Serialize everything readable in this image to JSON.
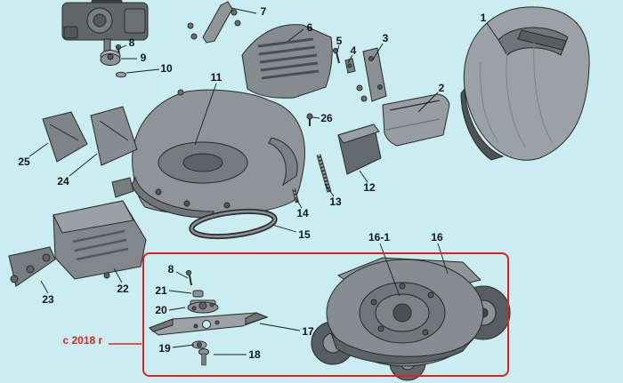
{
  "diagram": {
    "type": "exploded-parts-diagram",
    "subject": "Lawn mower assembly parts diagram",
    "background_color": "#c9edf0",
    "revision_note": {
      "label": "с 2018 г",
      "color": "#e02020"
    },
    "callouts": {
      "n1": "1",
      "n2": "2",
      "n3": "3",
      "n4": "4",
      "n5": "5",
      "n6": "6",
      "n7": "7",
      "n8_top": "8",
      "n8_box": "8",
      "n9": "9",
      "n10": "10",
      "n11": "11",
      "n12": "12",
      "n13": "13",
      "n14": "14",
      "n15": "15",
      "n16": "16",
      "n16_1": "16-1",
      "n17": "17",
      "n18": "18",
      "n19": "19",
      "n20": "20",
      "n21": "21",
      "n22": "22",
      "n23": "23",
      "n24": "24",
      "n25": "25",
      "n26": "26"
    }
  }
}
